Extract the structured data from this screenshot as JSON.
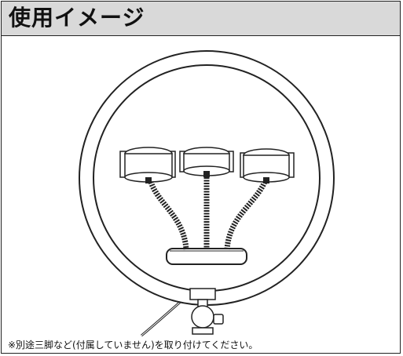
{
  "header": {
    "title": "使用イメージ"
  },
  "illustration": {
    "subject": "ring-light-with-three-phone-holders"
  },
  "footer": {
    "note": "※別途三脚など(付属していません)を取り付けてください。"
  }
}
